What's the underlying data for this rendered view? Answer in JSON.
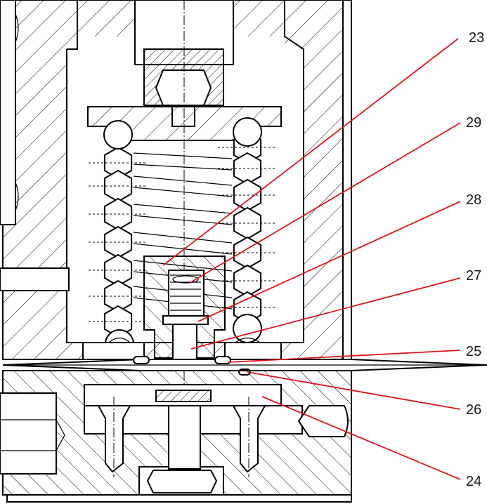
{
  "callouts": [
    {
      "id": "c23",
      "label": "23"
    },
    {
      "id": "c29",
      "label": "29"
    },
    {
      "id": "c28",
      "label": "28"
    },
    {
      "id": "c27",
      "label": "27"
    },
    {
      "id": "c25",
      "label": "25"
    },
    {
      "id": "c26",
      "label": "26"
    },
    {
      "id": "c24",
      "label": "24"
    }
  ],
  "colors": {
    "leader": "#e0141e",
    "line": "#000000",
    "background": "#ffffff",
    "text": "#1a1a1a"
  }
}
